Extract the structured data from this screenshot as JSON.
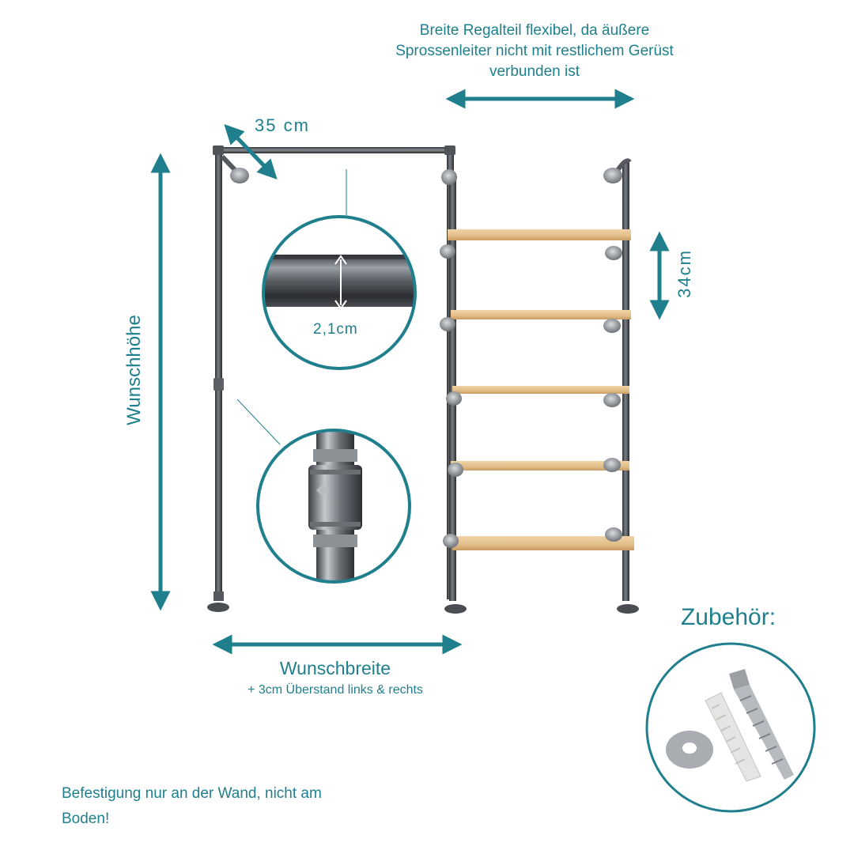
{
  "labels": {
    "top_note": "Breite Regalteil flexibel, da äußere Sprossenleiter nicht mit restlichem Gerüst verbunden ist",
    "depth": "35 cm",
    "pipe_diameter": "2,1cm",
    "height": "Wunschhöhe",
    "shelf_spacing": "34cm",
    "width": "Wunschbreite",
    "width_note": "+ 3cm Überstand links & rechts",
    "accessories_title": "Zubehör:",
    "mounting_note": "Befestigung nur an der Wand, nicht am Boden!"
  },
  "colors": {
    "accent": "#1f7f8c",
    "pipe": "#4a4d52",
    "wood": "#e4c08d",
    "fitting": "#9ea3a8"
  },
  "icons": [
    "double-arrow-icon",
    "pipe-closeup",
    "coupling-closeup",
    "accessories-closeup"
  ]
}
